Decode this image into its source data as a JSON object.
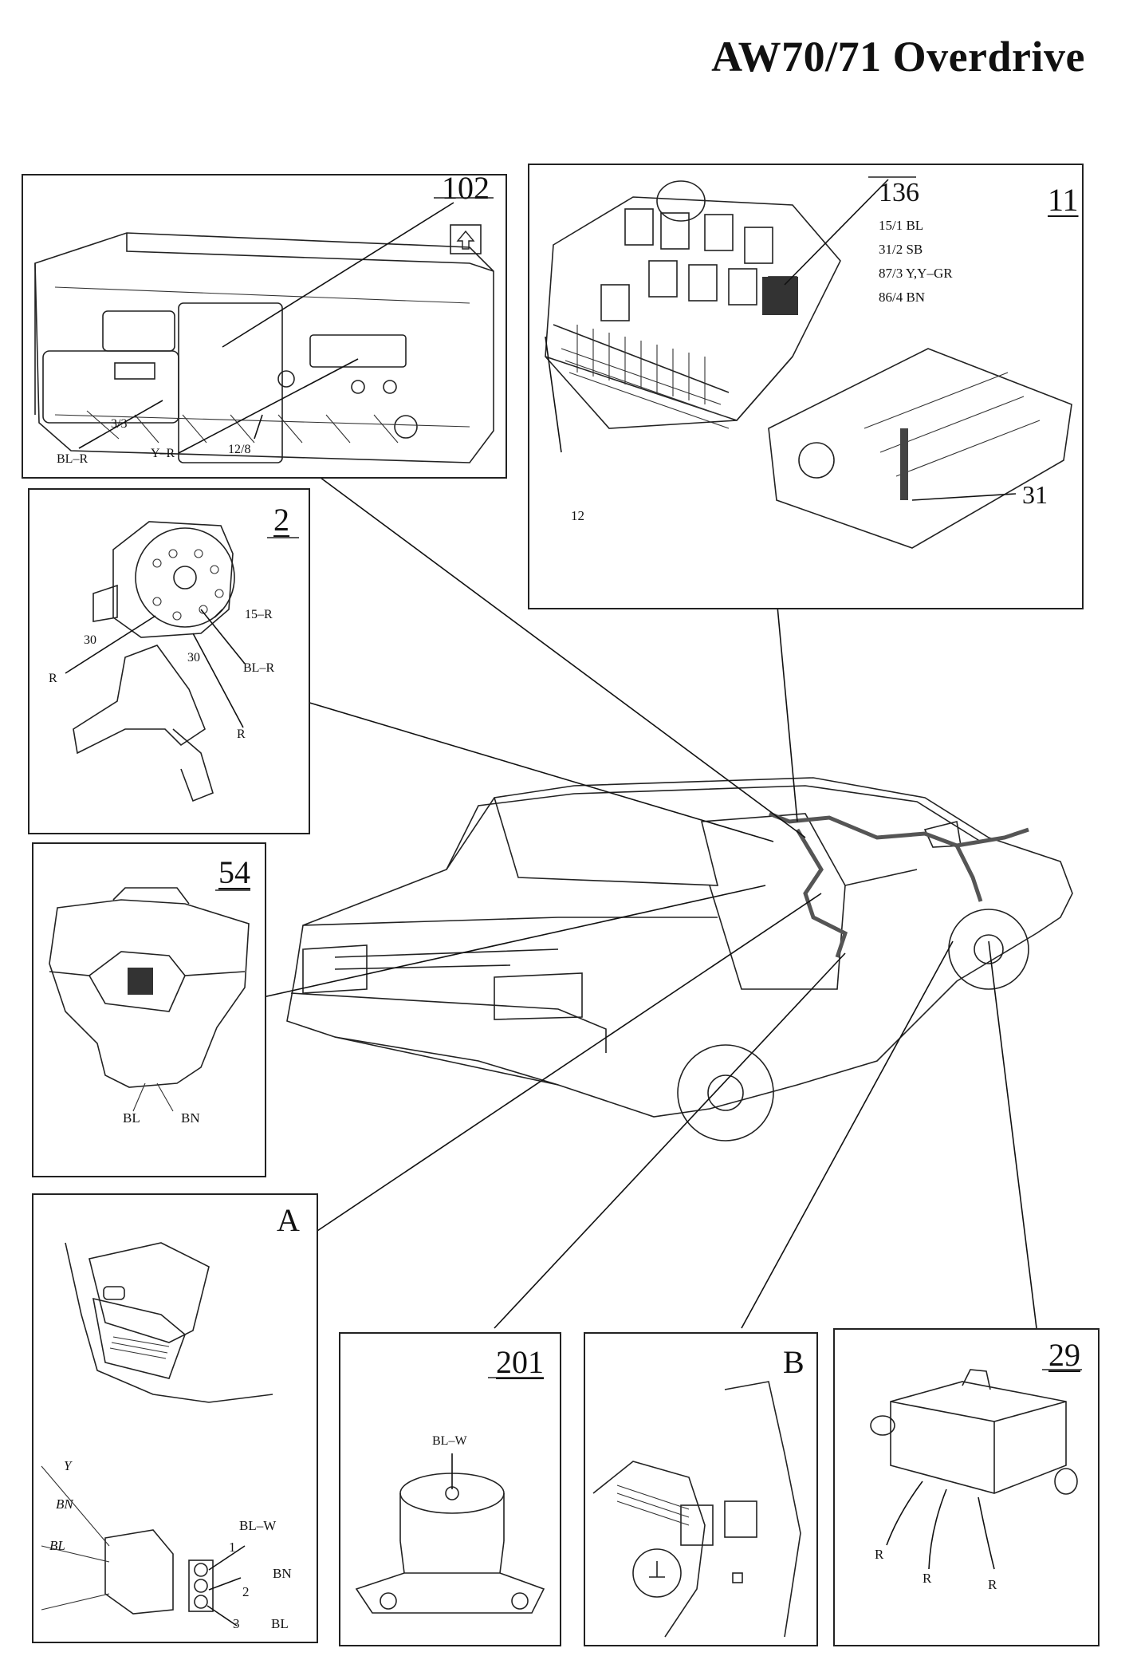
{
  "title": "AW70/71 Overdrive",
  "panels": {
    "p102": {
      "id": "102",
      "labels": [
        "3/3",
        "BL–R",
        "Y–R",
        "12/8"
      ]
    },
    "p11": {
      "id": "11",
      "relay_id": "136",
      "relay_pins": [
        "15/1 BL",
        "31/2 SB",
        "87/3 Y,Y–GR",
        "86/4 BN"
      ],
      "labels": [
        "12",
        "31"
      ]
    },
    "p2": {
      "id": "2",
      "labels": [
        "15–R",
        "30",
        "30",
        "BL–R",
        "R",
        "R"
      ]
    },
    "p54": {
      "id": "54",
      "labels": [
        "BL",
        "BN"
      ]
    },
    "pA": {
      "id": "A",
      "labels": [
        "Y",
        "BN",
        "BL",
        "BL–W",
        "1",
        "BN",
        "2",
        "3",
        "BL"
      ]
    },
    "p201": {
      "id": "201",
      "labels": [
        "BL–W"
      ]
    },
    "pB": {
      "id": "B"
    },
    "p29": {
      "id": "29",
      "labels": [
        "R",
        "R",
        "R"
      ]
    }
  }
}
